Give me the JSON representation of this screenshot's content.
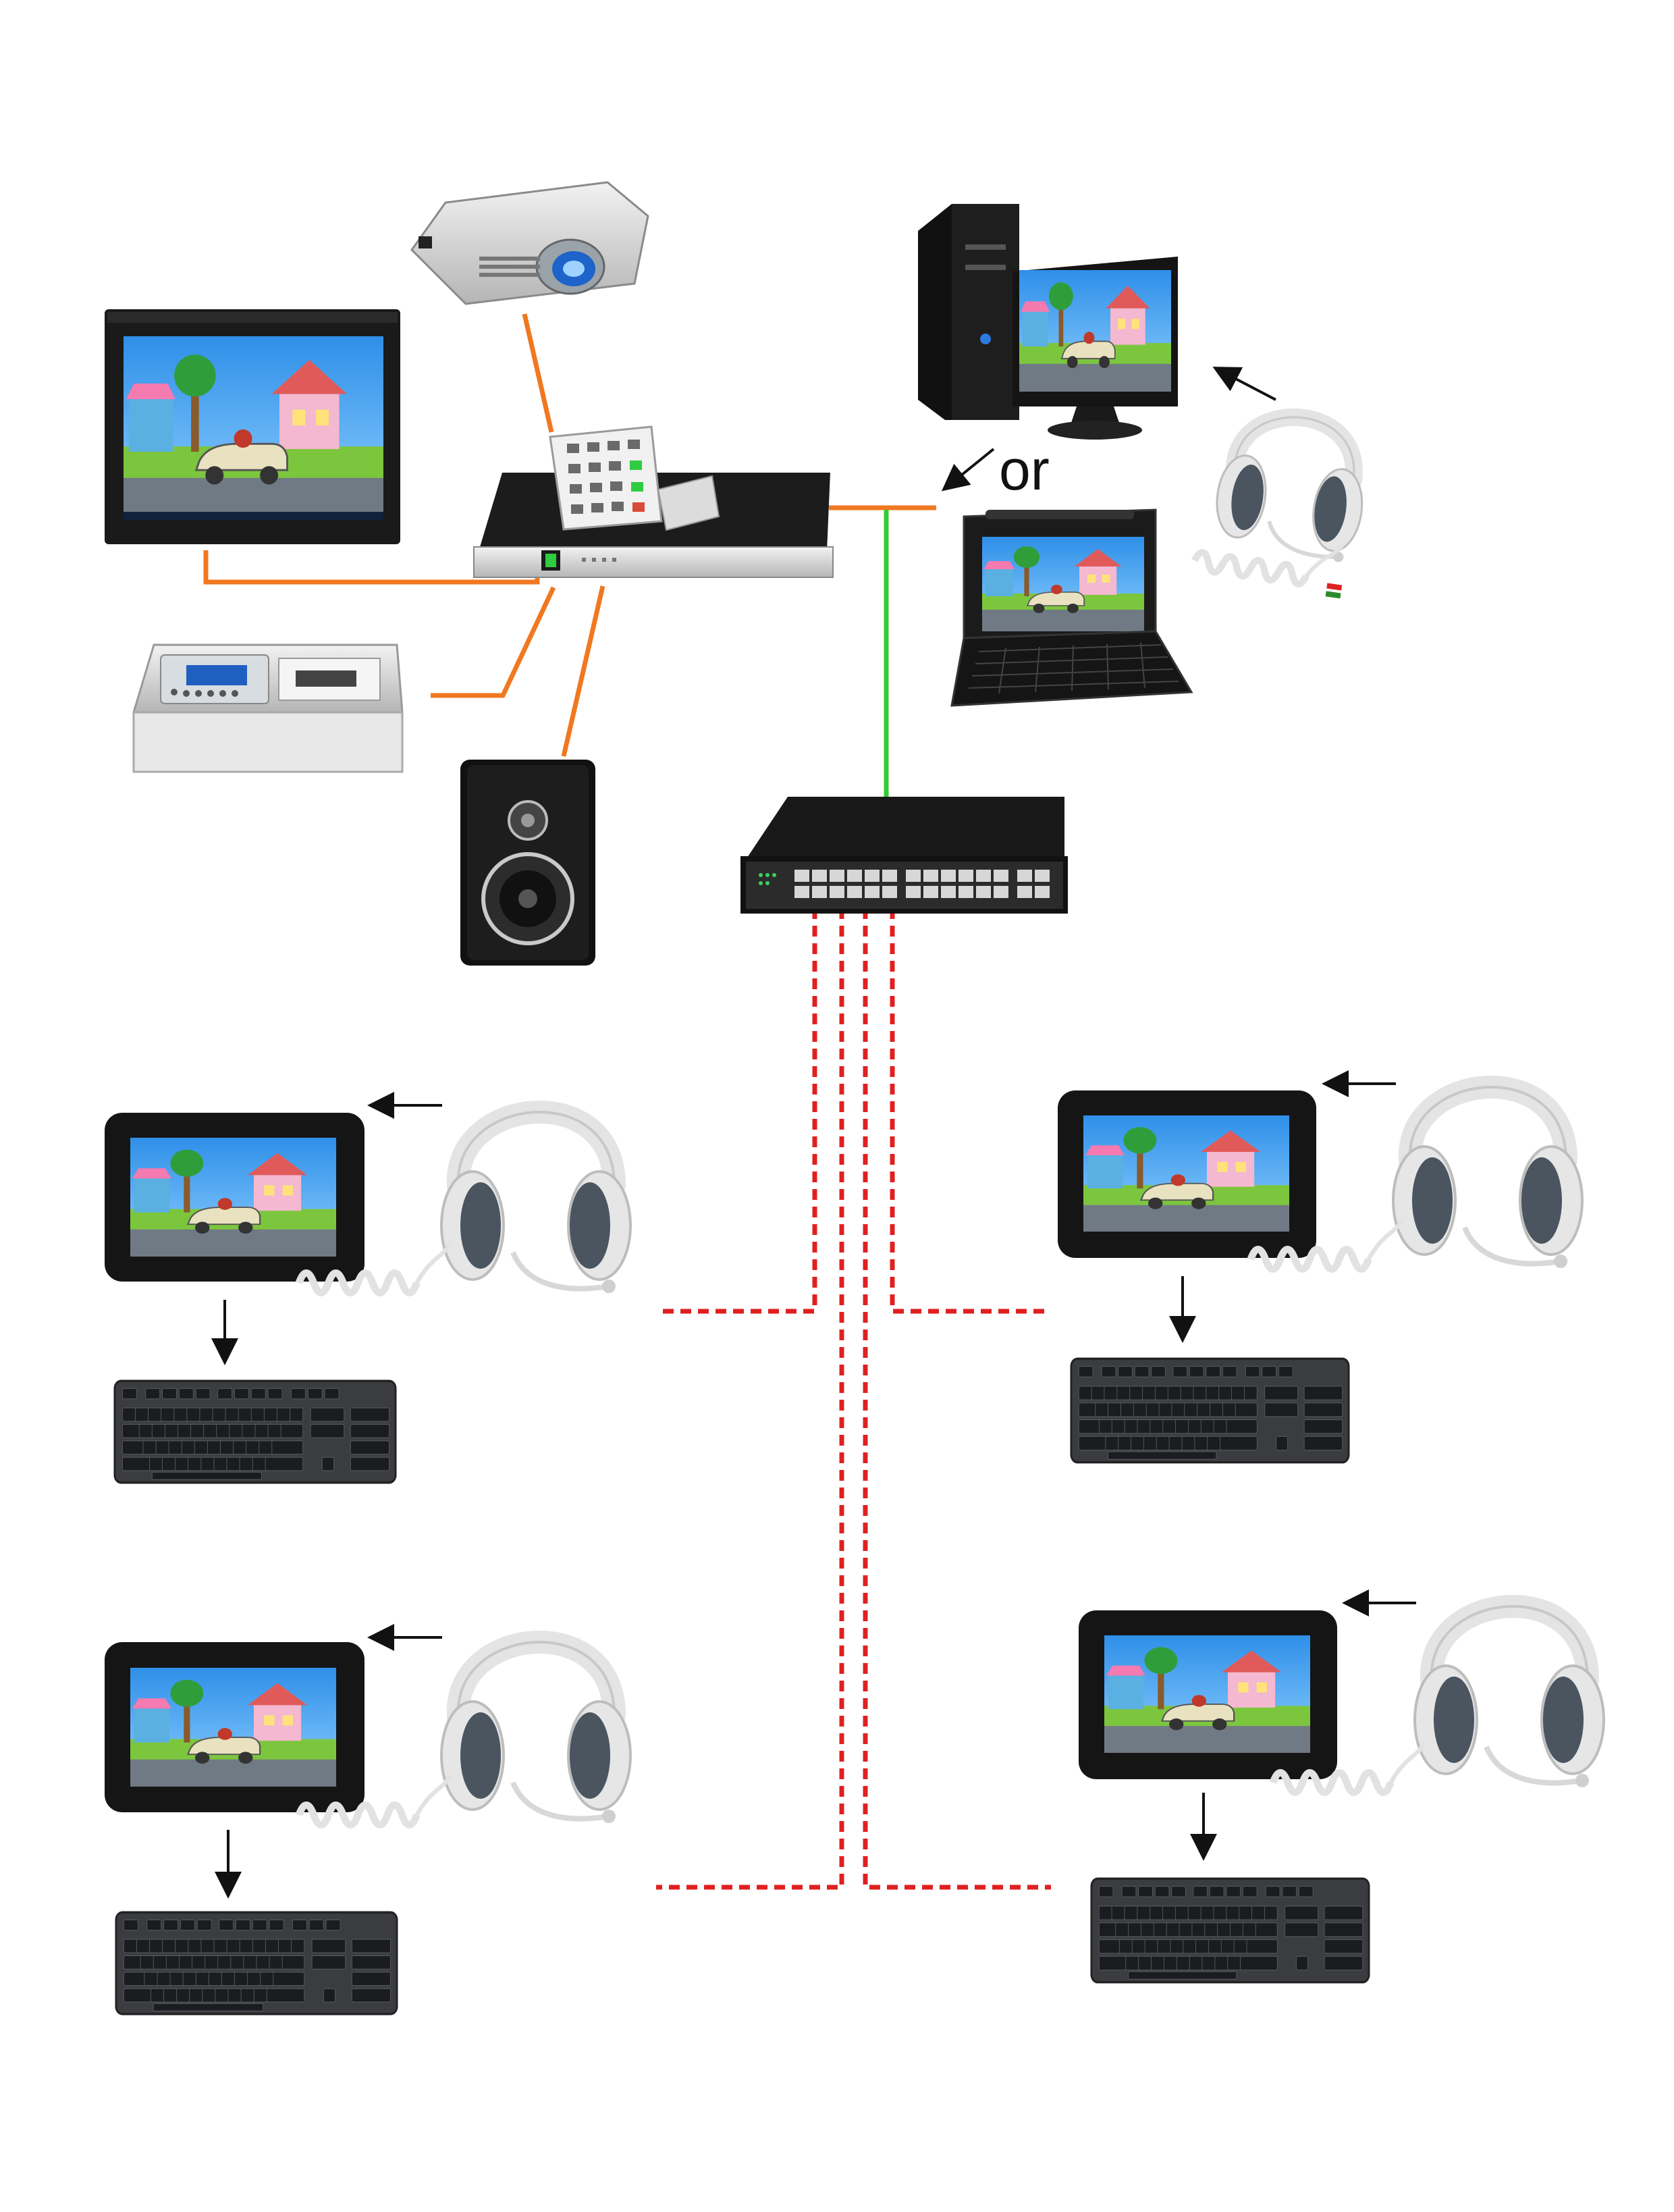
{
  "labels": {
    "or": "or"
  },
  "colors": {
    "page_background": "#ffffff",
    "control_wiring": "#f07820",
    "network_uplink": "#33cc33",
    "student_network": "#e02020",
    "arrows": "#111111",
    "sky": "#4aa3f0",
    "grass": "#7cc63e",
    "house": "#f4b8d0",
    "device_black": "#1a1a1a",
    "headset_grey": "#e6e6e6",
    "cushion_grey": "#4a5560"
  },
  "devices": {
    "teacher": [
      "projector",
      "smart-board",
      "central-controller",
      "remote-panel",
      "desktop-computer",
      "laptop",
      "teacher-headset",
      "media-recorder",
      "speaker",
      "network-switch"
    ],
    "students": [
      "student-station-1",
      "student-station-2",
      "student-station-3",
      "student-station-4"
    ]
  },
  "icons": [
    "projector-icon",
    "monitor-icon",
    "controller-icon",
    "computer-icon",
    "laptop-icon",
    "headset-icon",
    "recorder-icon",
    "speaker-icon",
    "switch-icon",
    "tablet-icon",
    "keyboard-icon"
  ]
}
